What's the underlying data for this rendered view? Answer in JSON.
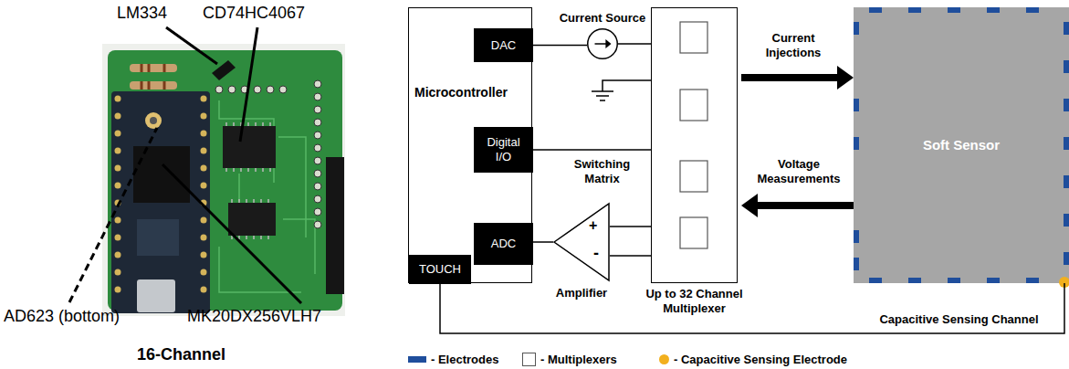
{
  "diagram": {
    "nodes": [
      {
        "text": [
          "Microcontroller"
        ]
      },
      {
        "text": [
          "DAC"
        ],
        "in": 0
      },
      {
        "text": [
          "Digital I/O"
        ],
        "in": 0
      },
      {
        "text": [
          "ADC"
        ],
        "in": 0
      },
      {
        "text": [
          "TOUCH"
        ],
        "in": 0
      },
      {
        "text": [
          "Current Source"
        ]
      },
      {
        "text": [
          "Up to 32 Channel Multiplexer"
        ]
      },
      {
        "text": [
          "Amplifier"
        ]
      },
      {
        "text": [
          "Soft Sensor"
        ]
      }
    ],
    "edges": [
      {
        "from": 1,
        "to": 5,
        "arrow": "none"
      },
      {
        "from": 5,
        "to": 6,
        "arrow": "none"
      },
      {
        "from": 2,
        "to": 6,
        "arrow": "none"
      },
      {
        "from": 6,
        "to": 7,
        "arrow": "none"
      },
      {
        "from": 6,
        "to": 7,
        "arrow": "none"
      },
      {
        "from": 7,
        "to": 3,
        "arrow": "none"
      },
      {
        "from": 6,
        "to": 8,
        "label": "Current Injections",
        "arrow": "to"
      },
      {
        "from": 8,
        "to": 6,
        "label": "Voltage Measurements",
        "arrow": "to"
      },
      {
        "from": 4,
        "to": 8,
        "label": "Capacitive Sensing Channel",
        "arrow": "none"
      }
    ],
    "labels": [
      "LM334",
      "CD74HC4067",
      "AD623 (bottom)",
      "MK20DX256VLH7",
      "16-Channel",
      "Switching Matrix",
      "+",
      "-"
    ],
    "legend": [
      {
        "text": "- Electrodes",
        "color": "#1f4e9c"
      },
      {
        "text": "- Multiplexers"
      },
      {
        "text": "- Capacitive Sensing Electrode",
        "color": "#f2b01e"
      }
    ]
  }
}
